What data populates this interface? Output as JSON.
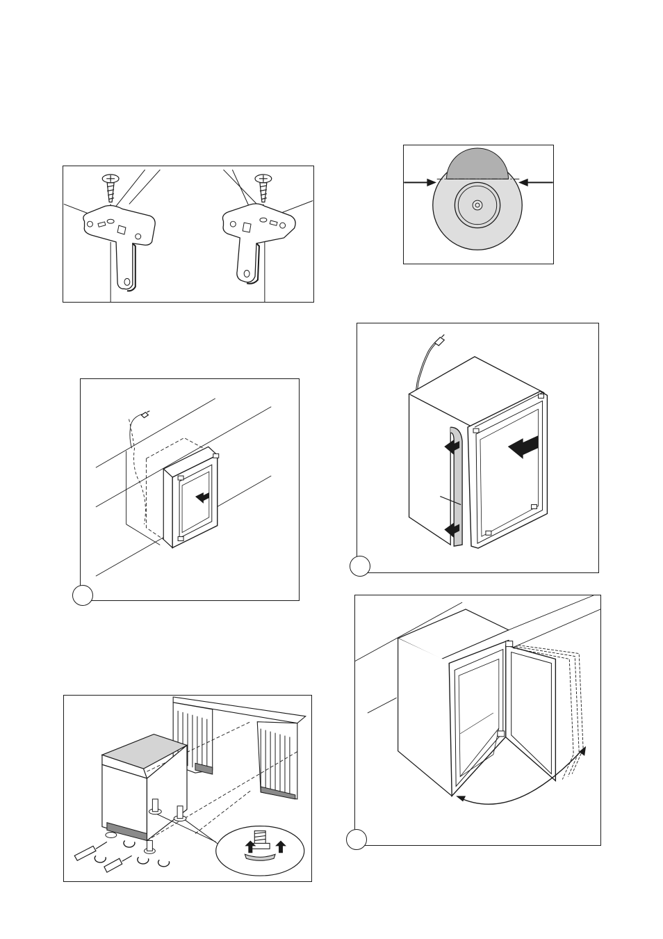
{
  "page": {
    "background": "#ffffff",
    "line_color": "#1a1a1a",
    "fill_gray": "#d6d6d6",
    "figures": [
      {
        "name": "bracket-mounting",
        "caption": ""
      },
      {
        "name": "hinge-alignment",
        "caption": ""
      },
      {
        "name": "appliance-in-niche",
        "caption": "",
        "step_label": ""
      },
      {
        "name": "seal-fitting",
        "caption": "",
        "step_label": ""
      },
      {
        "name": "leveling-feet",
        "caption": ""
      },
      {
        "name": "door-opening",
        "caption": "",
        "step_label": ""
      }
    ]
  }
}
